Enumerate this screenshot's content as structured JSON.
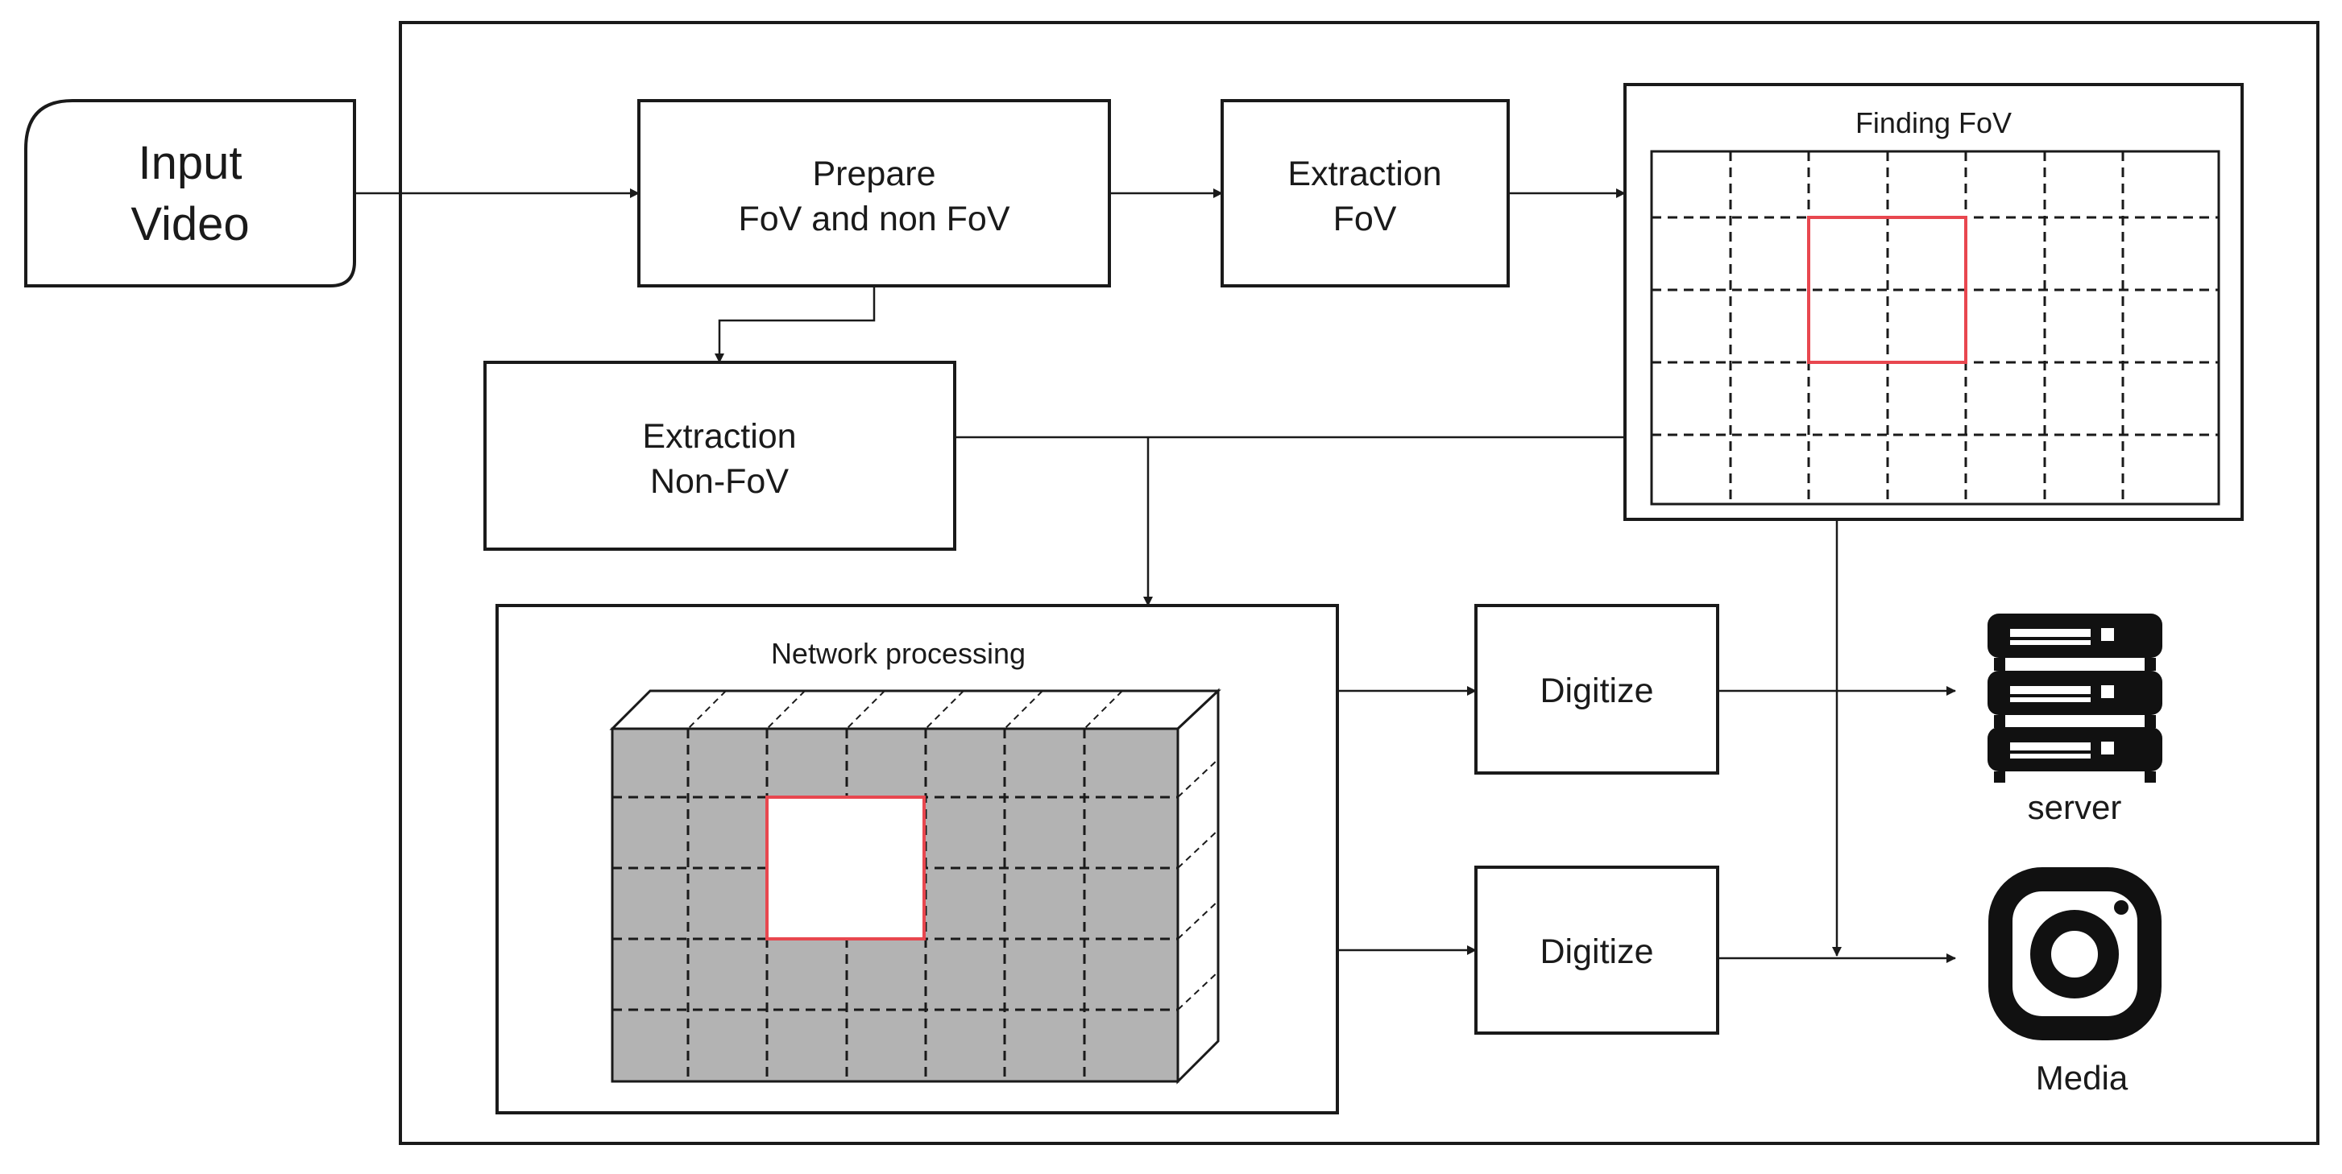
{
  "input_video": {
    "line1": "Input",
    "line2": "Video"
  },
  "prepare": {
    "line1": "Prepare",
    "line2": "FoV and non FoV"
  },
  "extraction_fov": {
    "line1": "Extraction",
    "line2": "FoV"
  },
  "extraction_nonfov": {
    "line1": "Extraction",
    "line2": "Non-FoV"
  },
  "finding_fov": {
    "title": "Finding FoV"
  },
  "network_processing": {
    "title": "Network processing"
  },
  "digitize_top": {
    "label": "Digitize"
  },
  "digitize_bottom": {
    "label": "Digitize"
  },
  "server": {
    "label": "server",
    "icon": "server-icon"
  },
  "media": {
    "label": "Media",
    "icon": "instagram-icon"
  },
  "colors": {
    "highlight": "#e8474f",
    "grid_fill": "#b3b3b3",
    "line": "#1a1a1a"
  }
}
